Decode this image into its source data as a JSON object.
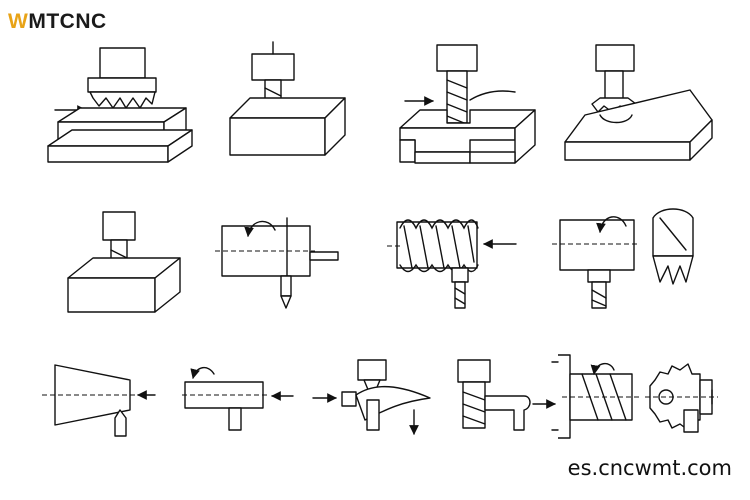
{
  "brand": {
    "logo_accent": "W",
    "logo_rest": "MTCNC",
    "accent_color": "#e8a317"
  },
  "website": "es.cncwmt.com"
}
